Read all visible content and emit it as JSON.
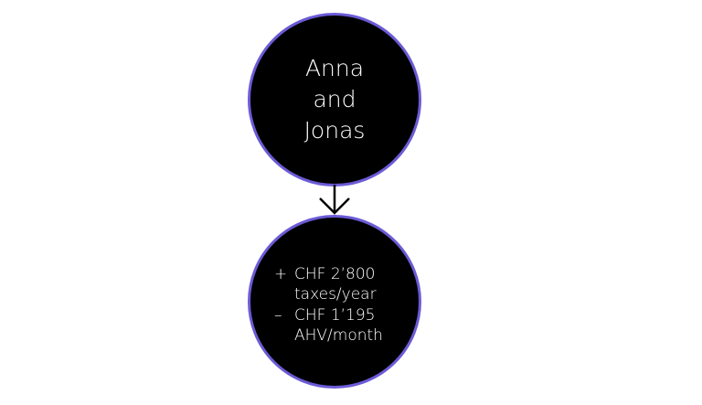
{
  "colors": {
    "circle_fill": "#000000",
    "circle_border": "#6b5bd6",
    "text": "#ffffff",
    "arrow": "#000000",
    "background": "#ffffff"
  },
  "top_node": {
    "lines": [
      "Anna",
      "and",
      "Jonas"
    ]
  },
  "arrow": {
    "icon": "arrow-down-icon"
  },
  "bottom_node": {
    "items": [
      {
        "sign": "+",
        "amount": "CHF 2’800",
        "unit": "taxes/year"
      },
      {
        "sign": "–",
        "amount": "CHF 1’195",
        "unit": "AHV/month"
      }
    ]
  }
}
